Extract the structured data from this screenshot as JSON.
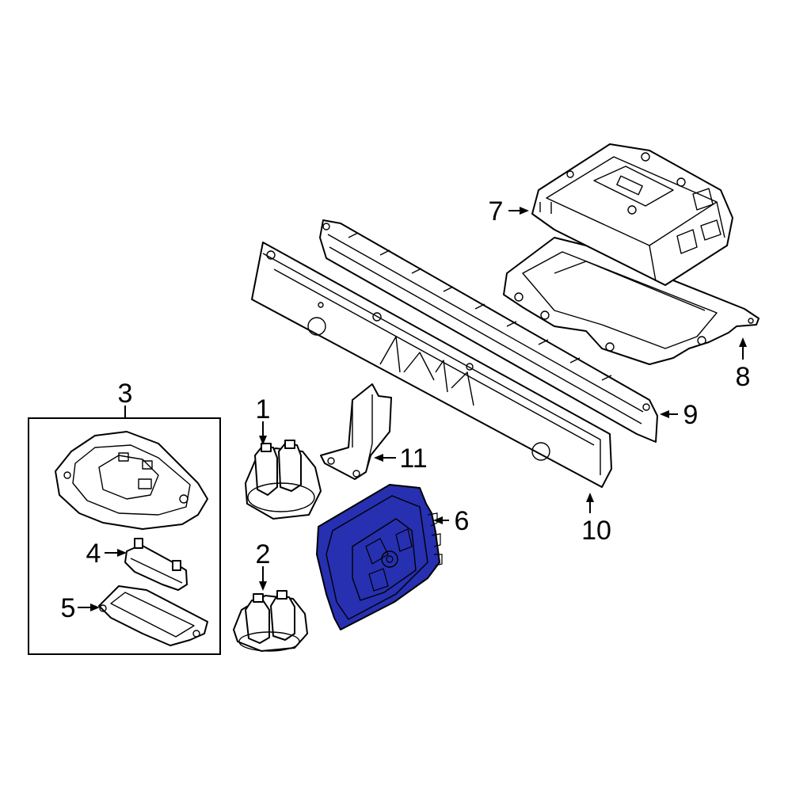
{
  "diagram": {
    "callouts": {
      "c1": "1",
      "c2": "2",
      "c3": "3",
      "c4": "4",
      "c5": "5",
      "c6": "6",
      "c7": "7",
      "c8": "8",
      "c9": "9",
      "c10": "10",
      "c11": "11"
    },
    "highlight_color": "#2630b0",
    "line_color": "#000000"
  }
}
